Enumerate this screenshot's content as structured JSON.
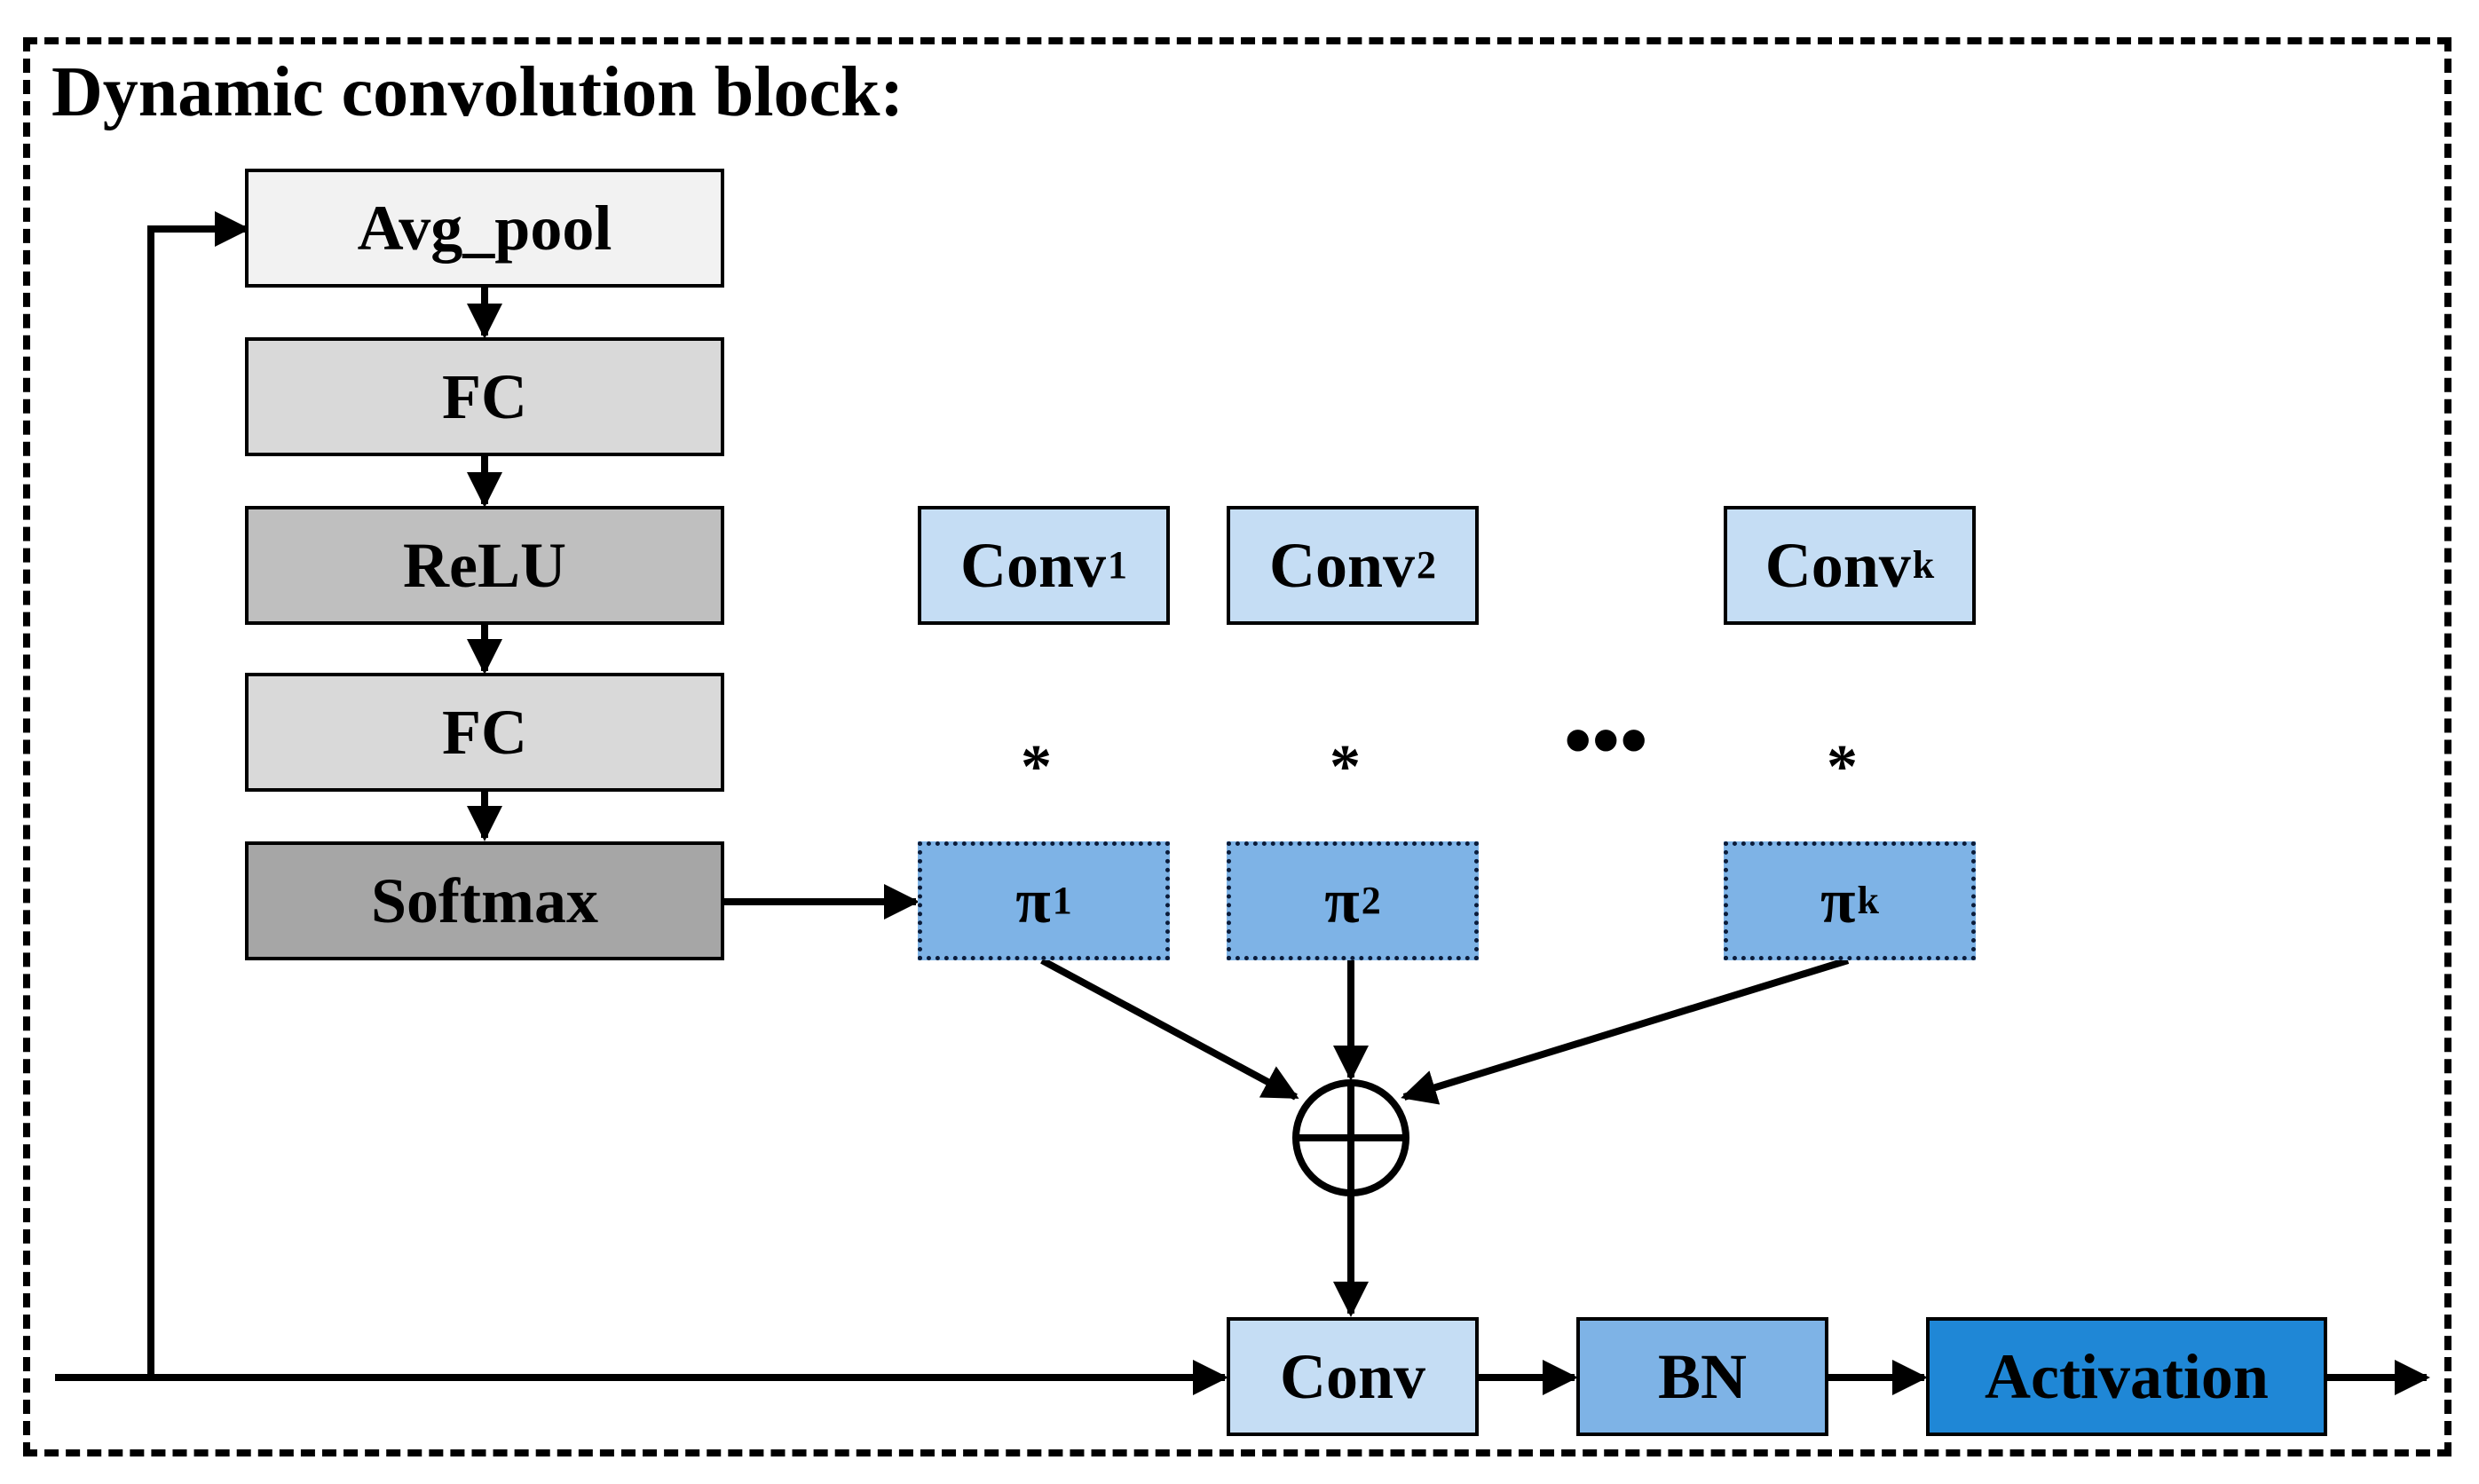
{
  "title": "Dynamic convolution block:",
  "attention_branch": [
    {
      "label": "Avg_pool",
      "fill": "#f2f2f2"
    },
    {
      "label": "FC",
      "fill": "#d9d9d9"
    },
    {
      "label": "ReLU",
      "fill": "#bfbfbf"
    },
    {
      "label": "FC",
      "fill": "#d9d9d9"
    },
    {
      "label": "Softmax",
      "fill": "#a6a6a6"
    }
  ],
  "kernels": [
    {
      "base": "Conv",
      "sub": "1"
    },
    {
      "base": "Conv",
      "sub": "2"
    },
    {
      "base": "Conv",
      "sub": "k"
    }
  ],
  "weights": [
    {
      "base": "π",
      "sub": "1"
    },
    {
      "base": "π",
      "sub": "2"
    },
    {
      "base": "π",
      "sub": "k"
    }
  ],
  "multiply_symbol": "*",
  "ellipsis": "•••",
  "sum_symbol": "⊕",
  "output_chain": [
    {
      "label": "Conv",
      "fill": "#c5ddf4"
    },
    {
      "label": "BN",
      "fill": "#7eb3e6"
    },
    {
      "label": "Activation",
      "fill": "#1f87d6"
    }
  ],
  "colors": {
    "kernel_fill": "#c5ddf4",
    "weight_fill": "#7eb3e6",
    "line": "#000000"
  }
}
